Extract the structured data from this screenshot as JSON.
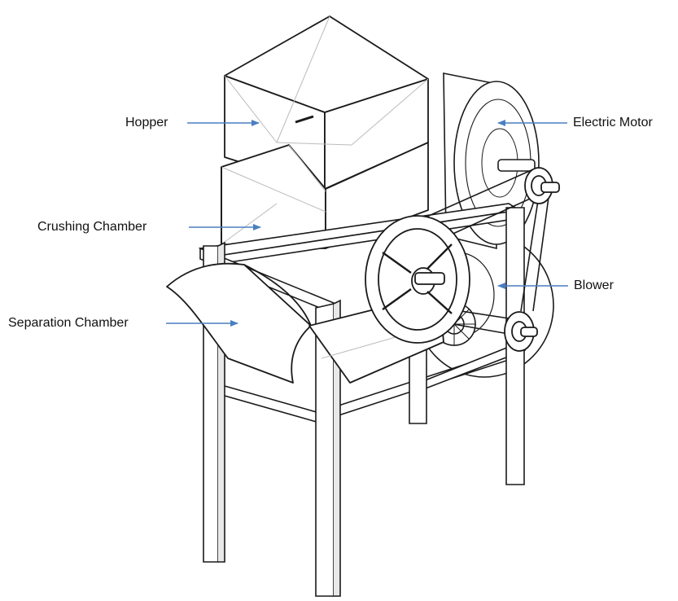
{
  "diagram": {
    "labels": {
      "hopper": "Hopper",
      "crushing_chamber": "Crushing Chamber",
      "separation_chamber": "Separation Chamber",
      "electric_motor": "Electric Motor",
      "blower": "Blower"
    },
    "colors": {
      "arrow": "#4a7fc1",
      "line": "#1a1a1a",
      "shade": "#bbbbbb"
    }
  }
}
